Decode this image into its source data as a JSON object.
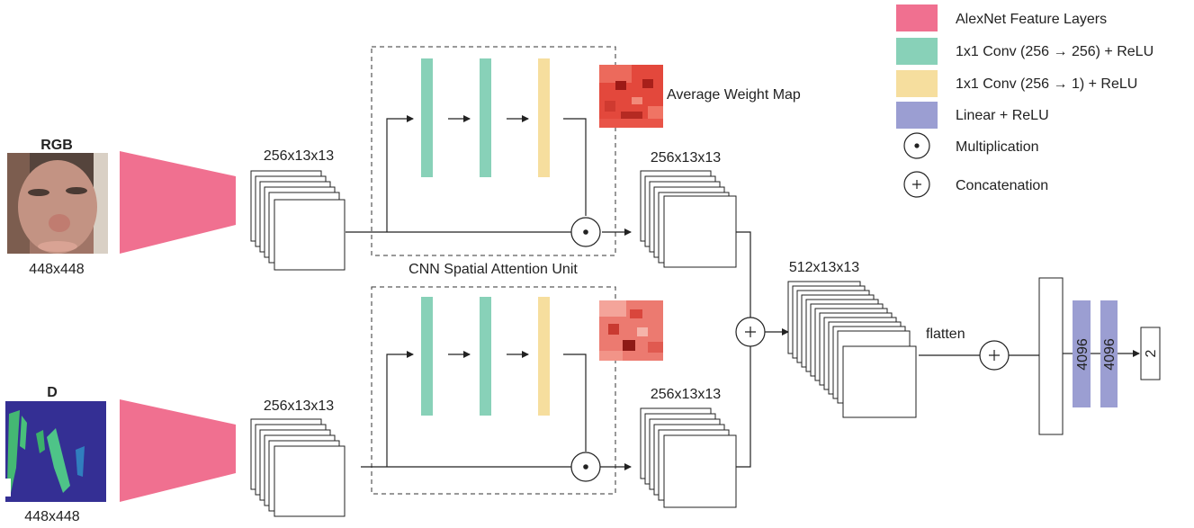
{
  "inputs": {
    "rgb_label": "RGB",
    "rgb_size": "448x448",
    "depth_label": "D",
    "depth_size": "448x448"
  },
  "branches": {
    "top_feature_dims": "256x13x13",
    "top_attended_dims": "256x13x13",
    "bottom_feature_dims": "256x13x13",
    "bottom_attended_dims": "256x13x13"
  },
  "attention": {
    "unit_label": "CNN Spatial Attention Unit",
    "weight_map_label": "Average Weight Map"
  },
  "fusion": {
    "concat_dims": "512x13x13",
    "flatten_label": "flatten"
  },
  "fc": {
    "layer1_units": "4096",
    "layer2_units": "4096",
    "output_units": "2"
  },
  "legend": [
    {
      "label": "AlexNet Feature Layers",
      "color": "#F07090",
      "kind": "swatch"
    },
    {
      "label": "1x1 Conv (256 → 256) + ReLU",
      "color": "#88D1B8",
      "kind": "swatch"
    },
    {
      "label": "1x1 Conv (256 → 1) + ReLU",
      "color": "#F6DE9E",
      "kind": "swatch"
    },
    {
      "label": "Linear + ReLU",
      "color": "#9B9ED2",
      "kind": "swatch"
    },
    {
      "label": "Multiplication",
      "kind": "dot-circle"
    },
    {
      "label": "Concatenation",
      "kind": "plus-circle"
    }
  ],
  "colors": {
    "alexnet": "#F07090",
    "conv256": "#88D1B8",
    "conv1": "#F6DE9E",
    "linear": "#9B9ED2",
    "line": "#222222"
  }
}
